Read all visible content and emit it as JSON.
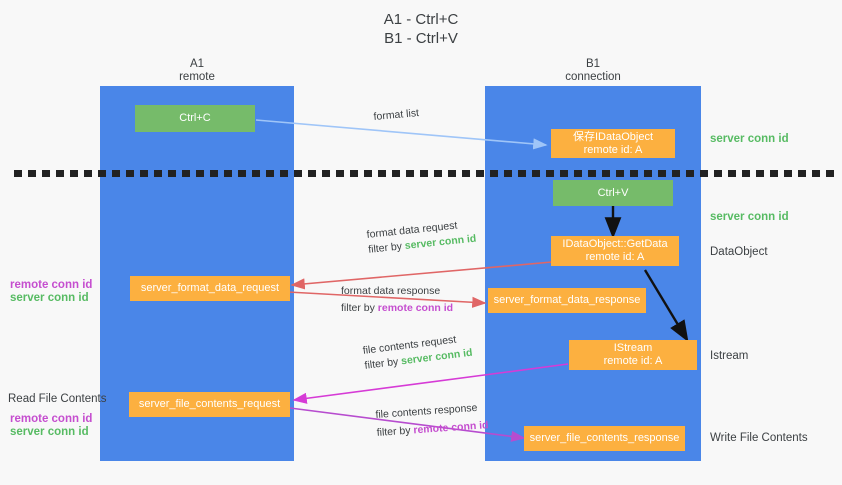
{
  "title": {
    "line1": "A1 - Ctrl+C",
    "line2": "B1 - Ctrl+V"
  },
  "columns": [
    {
      "name": "A1",
      "sub": "remote"
    },
    {
      "name": "B1",
      "sub": "connection"
    }
  ],
  "nodes": {
    "ctrl_c": {
      "label": "Ctrl+C",
      "color": "#76bb6a"
    },
    "save_idataobject": {
      "line1": "保存IDataObject",
      "line2": "remote id: A",
      "color": "#fcb040"
    },
    "ctrl_v": {
      "label": "Ctrl+V",
      "color": "#76bb6a"
    },
    "getdata": {
      "line1": "IDataObject::GetData",
      "line2": "remote id: A",
      "color": "#fcb040"
    },
    "istream": {
      "line1": "IStream",
      "line2": "remote id: A",
      "color": "#fcb040"
    },
    "fmt_req": {
      "label": "server_format_data_request",
      "color": "#fcb040"
    },
    "fmt_res": {
      "label": "server_format_data_response",
      "color": "#fcb040"
    },
    "file_req": {
      "label": "server_file_contents_request",
      "color": "#fcb040"
    },
    "file_res": {
      "label": "server_file_contents_response",
      "color": "#fcb040"
    }
  },
  "right_labels": {
    "server_conn_id_1": "server conn id",
    "server_conn_id_2": "server conn id",
    "dataobject": "DataObject",
    "istream": "Istream",
    "write_file_contents": "Write File Contents"
  },
  "left_labels": {
    "remote_conn_id_1": "remote conn id",
    "server_conn_id_1": "server conn id",
    "read_file_contents": "Read File Contents",
    "remote_conn_id_2": "remote conn id",
    "server_conn_id_2": "server conn id"
  },
  "edges": [
    {
      "id": "format-list",
      "text": "format list",
      "filter_prefix": "",
      "filter_target": "",
      "color": "#9fc5f8"
    },
    {
      "id": "format-data-request",
      "text": "format data request",
      "filter_prefix": "filter by ",
      "filter_target": "server conn id",
      "color": "#e06666"
    },
    {
      "id": "format-data-response",
      "text": "format data response",
      "filter_prefix": "filter by ",
      "filter_target": "remote conn id",
      "color": "#e06666"
    },
    {
      "id": "file-contents-request",
      "text": "file contents request",
      "filter_prefix": "filter by ",
      "filter_target": "server conn id",
      "color": "#d63bd6"
    },
    {
      "id": "file-contents-response",
      "text": "file contents response",
      "filter_prefix": "filter by ",
      "filter_target": "remote conn id",
      "color": "#b74ccf"
    }
  ],
  "colors": {
    "lane": "#4a86e8",
    "green_text": "#57bb63",
    "purple_text": "#c54ecf",
    "background": "#f8f8f8",
    "divider": "#222222"
  }
}
